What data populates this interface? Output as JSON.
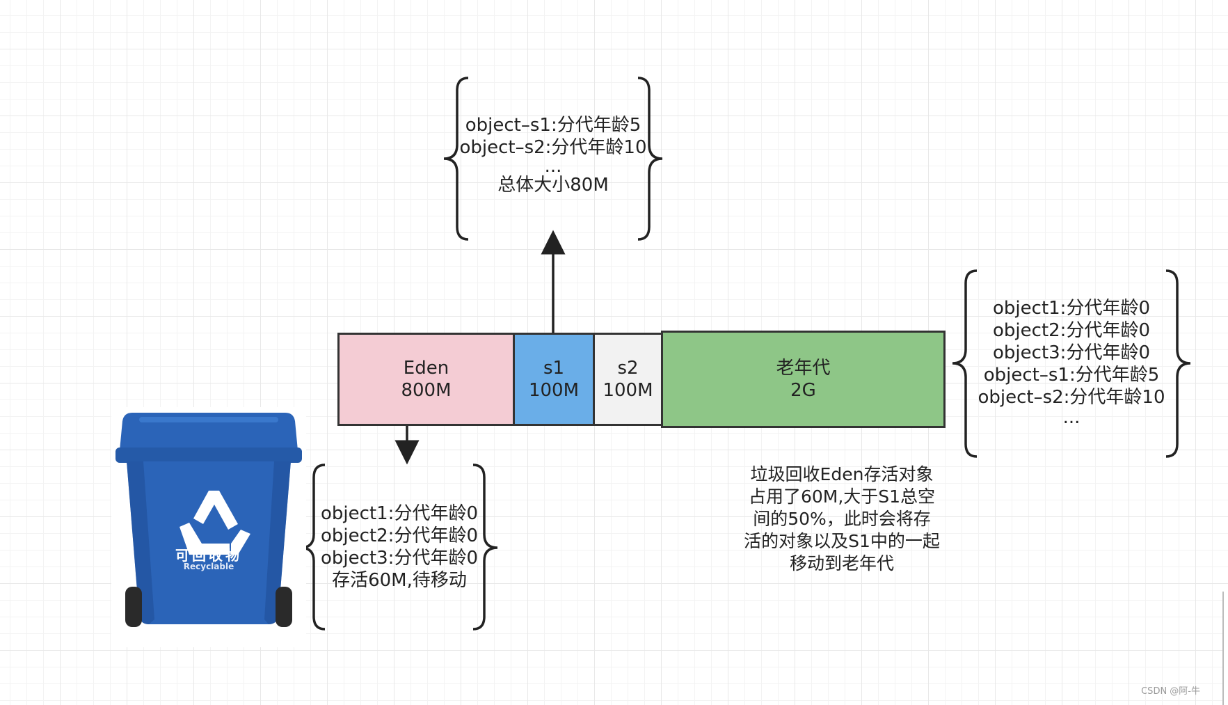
{
  "memory_blocks": {
    "eden": {
      "name": "Eden",
      "size": "800M",
      "color": "#f4ccd4"
    },
    "s1": {
      "name": "s1",
      "size": "100M",
      "color": "#6aaee8"
    },
    "s2": {
      "name": "s2",
      "size": "100M",
      "color": "#f2f2f2"
    },
    "old": {
      "name": "老年代",
      "size": "2G",
      "color": "#8ec687"
    }
  },
  "top_bracket": {
    "lines": [
      "object–s1:分代年龄5",
      "object–s2:分代年龄10",
      "...",
      "总体大小80M"
    ]
  },
  "eden_bracket": {
    "lines": [
      "object1:分代年龄0",
      "object2:分代年龄0",
      "object3:分代年龄0",
      "存活60M,待移动"
    ]
  },
  "old_bracket": {
    "lines": [
      "object1:分代年龄0",
      "object2:分代年龄0",
      "object3:分代年龄0",
      "object–s1:分代年龄5",
      "object–s2:分代年龄10",
      "..."
    ]
  },
  "note": {
    "lines": [
      "垃圾回收Eden存活对象",
      "占用了60M,大于S1总空",
      "间的50%，此时会将存",
      "活的对象以及S1中的一起",
      "移动到老年代"
    ]
  },
  "bin": {
    "label": "可回收物",
    "sublabel": "Recyclable",
    "color": "#2b64b8"
  },
  "watermark": "CSDN @阿-牛"
}
